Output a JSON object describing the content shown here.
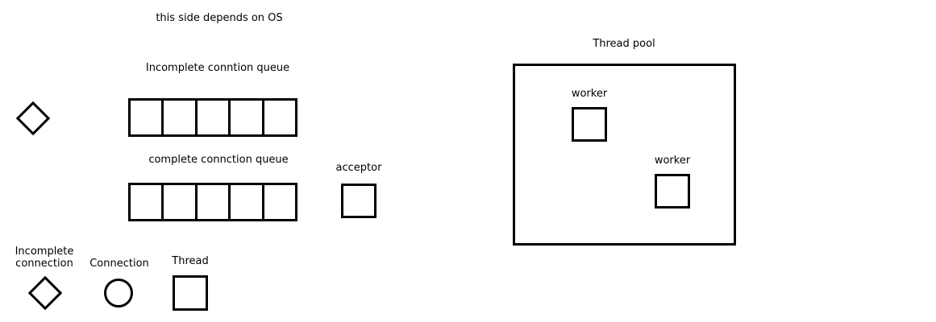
{
  "header": {
    "os_note": "this side depends on OS"
  },
  "queues": {
    "incomplete_label": "Incomplete conntion queue",
    "complete_label": "complete connction queue",
    "incomplete_cells": 5,
    "complete_cells": 5
  },
  "acceptor": {
    "label": "acceptor"
  },
  "thread_pool": {
    "title": "Thread pool",
    "workers": [
      {
        "label": "worker"
      },
      {
        "label": "worker"
      }
    ]
  },
  "legend": {
    "incomplete_line1": "Incomplete",
    "incomplete_line2": "connection",
    "connection": "Connection",
    "thread": "Thread"
  },
  "colors": {
    "stroke": "#000000",
    "background": "#ffffff"
  }
}
